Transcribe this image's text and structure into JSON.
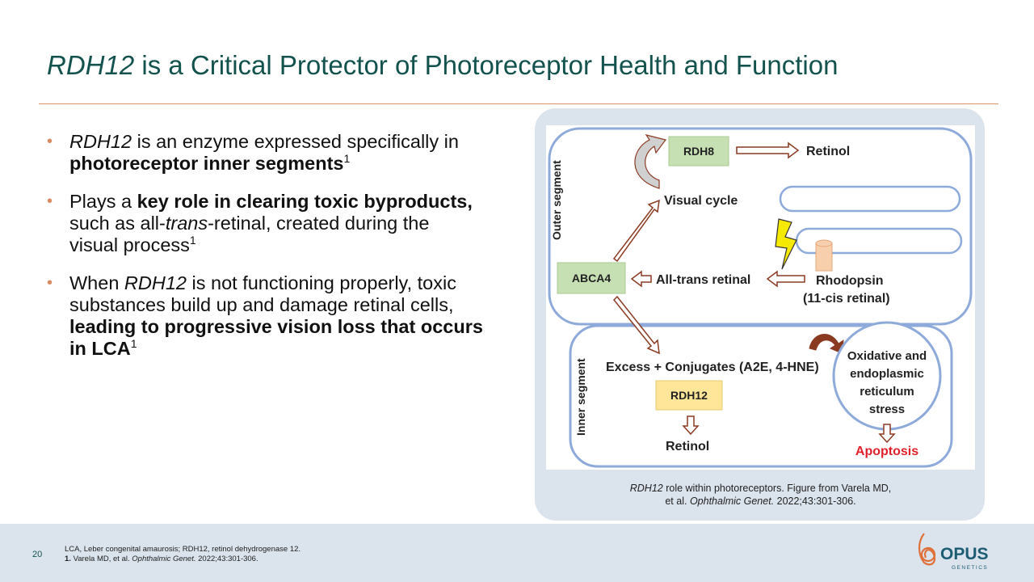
{
  "title": {
    "gene": "RDH12",
    "rest": " is a Critical Protector of Photoreceptor Health and Function"
  },
  "bullets": [
    {
      "a": "RDH12",
      "b": " is an enzyme expressed specifically in ",
      "c": "photoreceptor inner segments",
      "sup": "1"
    },
    {
      "a": "Plays a ",
      "b": "key role in clearing toxic byproducts,",
      "c": " such as all-",
      "d": "trans",
      "e": "-retinal, created during the visual process",
      "sup": "1"
    },
    {
      "a": "When ",
      "b": "RDH12",
      "c": " is not functioning properly, toxic substances build up and damage retinal cells, ",
      "d": "leading to progressive vision loss that occurs in LCA",
      "sup": "1"
    }
  ],
  "figure": {
    "outer_segment": "Outer segment",
    "inner_segment": "Inner segment",
    "rdh8": "RDH8",
    "retinol_top": "Retinol",
    "visual_cycle": "Visual cycle",
    "abca4": "ABCA4",
    "all_trans_retinal": "All-trans retinal",
    "rhodopsin": "Rhodopsin",
    "cis_retinal": "(11-cis retinal)",
    "excess_conjugates": "Excess + Conjugates (A2E, 4-HNE)",
    "rdh12": "RDH12",
    "retinol_bottom": "Retinol",
    "stress_line1": "Oxidative and",
    "stress_line2": "endoplasmic",
    "stress_line3": "reticulum",
    "stress_line4": "stress",
    "apoptosis": "Apoptosis",
    "apoptosis_color": "#e0202a"
  },
  "caption": {
    "gene": "RDH12",
    "text1": " role within photoreceptors. Figure from Varela MD,",
    "text2": "et al. ",
    "journal": "Ophthalmic Genet.",
    "text3": " 2022;43:301-306."
  },
  "footer": {
    "page": "20",
    "note1": "LCA, Leber congenital amaurosis; RDH12, retinol dehydrogenase 12.",
    "ref_num": "1.",
    "ref_text": " Varela MD, et al. ",
    "ref_journal": "Ophthalmic Genet.",
    "ref_tail": " 2022;43:301-306."
  },
  "logo": {
    "name": "OPUS",
    "sub": "GENETICS",
    "color": "#1d5d74",
    "accent": "#e0703a"
  }
}
